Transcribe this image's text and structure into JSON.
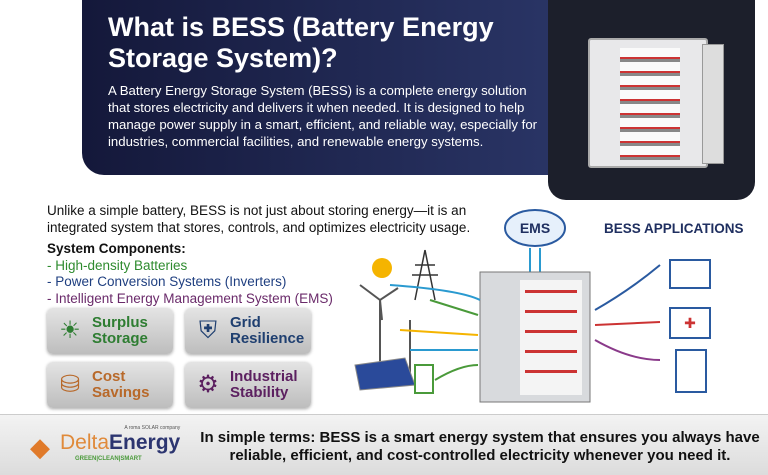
{
  "hero": {
    "title": "What is BESS (Battery Energy Storage System)?",
    "description": "A Battery Energy Storage System (BESS) is a complete energy solution that stores electricity and delivers it when needed. It is designed to help manage power supply in a smart, efficient, and reliable way, especially for industries, commercial facilities, and renewable energy systems."
  },
  "intro": "Unlike a simple battery, BESS is not just about storing energy—it is an integrated system that stores, controls, and optimizes electricity usage.",
  "components": {
    "heading": "System Components:",
    "items": [
      {
        "label": "- High-density Batteries",
        "color": "#2e8b2e"
      },
      {
        "label": "- Power Conversion Systems (Inverters)",
        "color": "#1f3f80"
      },
      {
        "label": "- Intelligent Energy Management System (EMS)",
        "color": "#6a2a6a"
      }
    ]
  },
  "benefits": [
    {
      "label": "Surplus Storage",
      "icon": "solar-battery-icon",
      "color": "#2e7d32"
    },
    {
      "label": "Grid Resilience",
      "icon": "tower-shield-icon",
      "color": "#1f3f70"
    },
    {
      "label": "Cost Savings",
      "icon": "coins-down-icon",
      "color": "#b8692a"
    },
    {
      "label": "Industrial Stability",
      "icon": "factory-gear-icon",
      "color": "#5c2060"
    }
  ],
  "diagram": {
    "ems_label": "EMS",
    "applications_title": "BESS APPLICATIONS"
  },
  "footer": {
    "brand_prefix": "Delta",
    "brand_suffix": "Energy",
    "brand_note": "A roma SOLAR company",
    "tagline": "GREEN|CLEAN|SMART",
    "summary": "In simple terms: BESS is a smart energy system that ensures you always have reliable, efficient, and cost-controlled electricity whenever you need it."
  }
}
